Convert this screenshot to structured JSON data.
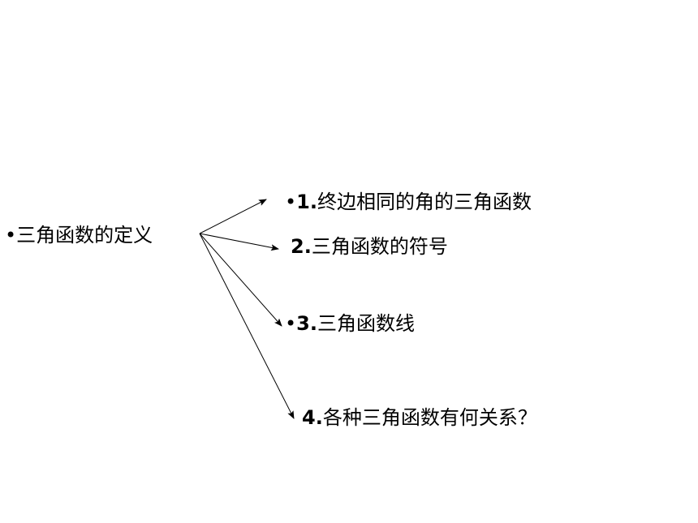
{
  "root": {
    "bullet": "•",
    "label": "三角函数的定义"
  },
  "items": [
    {
      "bullet": "•",
      "number": "1.",
      "label": "终边相同的角的三角函数"
    },
    {
      "bullet": "",
      "number": "2.",
      "label": "三角函数的符号"
    },
    {
      "bullet": "•",
      "number": "3.",
      "label": "三角函数线"
    },
    {
      "bullet": "",
      "number": "4.",
      "label": "各种三角函数有何关系？"
    }
  ],
  "colors": {
    "text": "#000000",
    "background": "#ffffff",
    "arrow": "#000000"
  }
}
